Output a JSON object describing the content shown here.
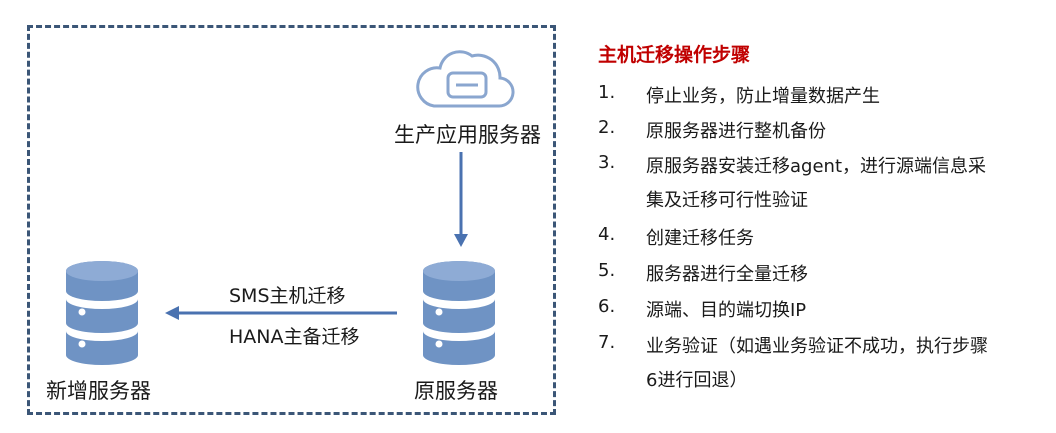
{
  "diagram": {
    "cloud_server_label": "生产应用服务器",
    "source_server_label": "原服务器",
    "new_server_label": "新增服务器",
    "migration_labels": [
      "SMS主机迁移",
      "HANA主备迁移"
    ]
  },
  "steps": {
    "title": "主机迁移操作步骤",
    "items": [
      {
        "num": "1.",
        "text": "停止业务，防止增量数据产生"
      },
      {
        "num": "2.",
        "text": "原服务器进行整机备份"
      },
      {
        "num": "3.",
        "text": "原服务器安装迁移agent，进行源端信息采",
        "cont": "集及迁移可行性验证"
      },
      {
        "num": "4.",
        "text": "创建迁移任务"
      },
      {
        "num": "5.",
        "text": "服务器进行全量迁移"
      },
      {
        "num": "6.",
        "text": "源端、目的端切换IP"
      },
      {
        "num": "7.",
        "text": "业务验证（如遇业务验证不成功，执行步骤",
        "cont": "6进行回退）"
      }
    ]
  },
  "colors": {
    "frame": "#3b5677",
    "server": "#6f93c4",
    "arrow": "#4a72b0",
    "title": "#c00000"
  },
  "icons": [
    "cloud-server-icon",
    "database-server-icon",
    "arrow-down-icon",
    "arrow-left-icon"
  ]
}
